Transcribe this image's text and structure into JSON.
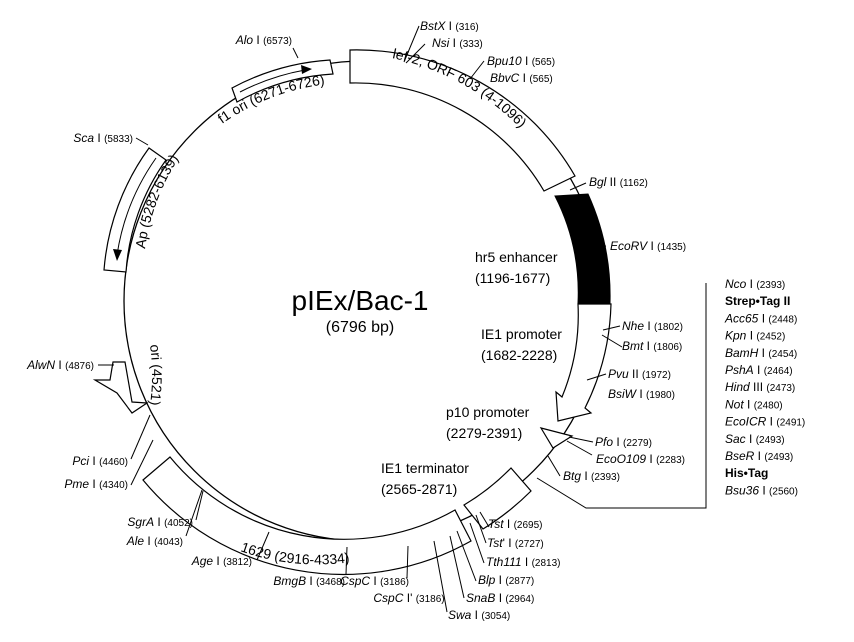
{
  "title": "pIEx/Bac-1",
  "size": "(6796 bp)",
  "features": {
    "hr5": {
      "name": "hr5 enhancer",
      "range": "(1196-1677)"
    },
    "ie1p": {
      "name": "IE1 promoter",
      "range": "(1682-2228)"
    },
    "p10": {
      "name": "p10 promoter",
      "range": "(2279-2391)"
    },
    "ie1t": {
      "name": "IE1 terminator",
      "range": "(2565-2871)"
    }
  },
  "arc_labels": {
    "lef2": "lef-2, ORF 603 (4-1096)",
    "f1": "f1 ori (6271-6726)",
    "ap": "Ap (5282-6139)",
    "ori": "ori (4521)",
    "orf1629": "1629 (2916-4334)"
  },
  "sites": [
    {
      "name": "BstX",
      "rest": " I",
      "pos": "(316)"
    },
    {
      "name": "Nsi",
      "rest": " I",
      "pos": "(333)"
    },
    {
      "name": "Bpu10",
      "rest": " I",
      "pos": "(565)"
    },
    {
      "name": "BbvC",
      "rest": " I",
      "pos": "(565)"
    },
    {
      "name": "Bgl",
      "rest": " II",
      "pos": "(1162)"
    },
    {
      "name": "EcoRV",
      "rest": " I",
      "pos": "(1435)"
    },
    {
      "name": "Nhe",
      "rest": " I",
      "pos": "(1802)"
    },
    {
      "name": "Bmt",
      "rest": " I",
      "pos": "(1806)"
    },
    {
      "name": "Pvu",
      "rest": " II",
      "pos": "(1972)"
    },
    {
      "name": "BsiW",
      "rest": " I",
      "pos": "(1980)"
    },
    {
      "name": "Pfo",
      "rest": " I",
      "pos": "(2279)"
    },
    {
      "name": "EcoO109",
      "rest": " I",
      "pos": "(2283)"
    },
    {
      "name": "Btg",
      "rest": " I",
      "pos": "(2393)"
    },
    {
      "name": "Tst",
      "rest": " I",
      "pos": "(2695)"
    },
    {
      "name": "Tst",
      "rest": "' I",
      "pos": "(2727)"
    },
    {
      "name": "Tth111",
      "rest": " I",
      "pos": "(2813)"
    },
    {
      "name": "Blp",
      "rest": " I",
      "pos": "(2877)"
    },
    {
      "name": "SnaB",
      "rest": " I",
      "pos": "(2964)"
    },
    {
      "name": "Swa",
      "rest": " I",
      "pos": "(3054)"
    },
    {
      "name": "CspC",
      "rest": " I'",
      "pos": "(3186)"
    },
    {
      "name": "CspC",
      "rest": " I",
      "pos": "(3186)"
    },
    {
      "name": "BmgB",
      "rest": " I",
      "pos": "(3468)"
    },
    {
      "name": "Age",
      "rest": " I",
      "pos": "(3812)"
    },
    {
      "name": "Ale",
      "rest": " I",
      "pos": "(4043)"
    },
    {
      "name": "SgrA",
      "rest": " I",
      "pos": "(4052)"
    },
    {
      "name": "Pme",
      "rest": " I",
      "pos": "(4340)"
    },
    {
      "name": "Pci",
      "rest": " I",
      "pos": "(4460)"
    },
    {
      "name": "AlwN",
      "rest": " I",
      "pos": "(4876)"
    },
    {
      "name": "Sca",
      "rest": " I",
      "pos": "(5833)"
    },
    {
      "name": "Alo",
      "rest": " I",
      "pos": "(6573)"
    }
  ],
  "mcs": [
    {
      "name": "Nco",
      "rest": " I",
      "pos": "(2393)"
    },
    {
      "tag": "Strep•Tag II"
    },
    {
      "name": "Acc65",
      "rest": " I",
      "pos": "(2448)"
    },
    {
      "name": "Kpn",
      "rest": " I",
      "pos": "(2452)"
    },
    {
      "name": "BamH",
      "rest": " I",
      "pos": "(2454)"
    },
    {
      "name": "PshA",
      "rest": " I",
      "pos": "(2464)"
    },
    {
      "name": "Hind",
      "rest": " III",
      "pos": "(2473)"
    },
    {
      "name": "Not",
      "rest": " I",
      "pos": "(2480)"
    },
    {
      "name": "EcoICR",
      "rest": " I",
      "pos": "(2491)"
    },
    {
      "name": "Sac",
      "rest": " I",
      "pos": "(2493)"
    },
    {
      "name": "BseR",
      "rest": " I",
      "pos": "(2493)"
    },
    {
      "tag": "His•Tag"
    },
    {
      "name": "Bsu36",
      "rest": " I",
      "pos": "(2560)"
    }
  ]
}
